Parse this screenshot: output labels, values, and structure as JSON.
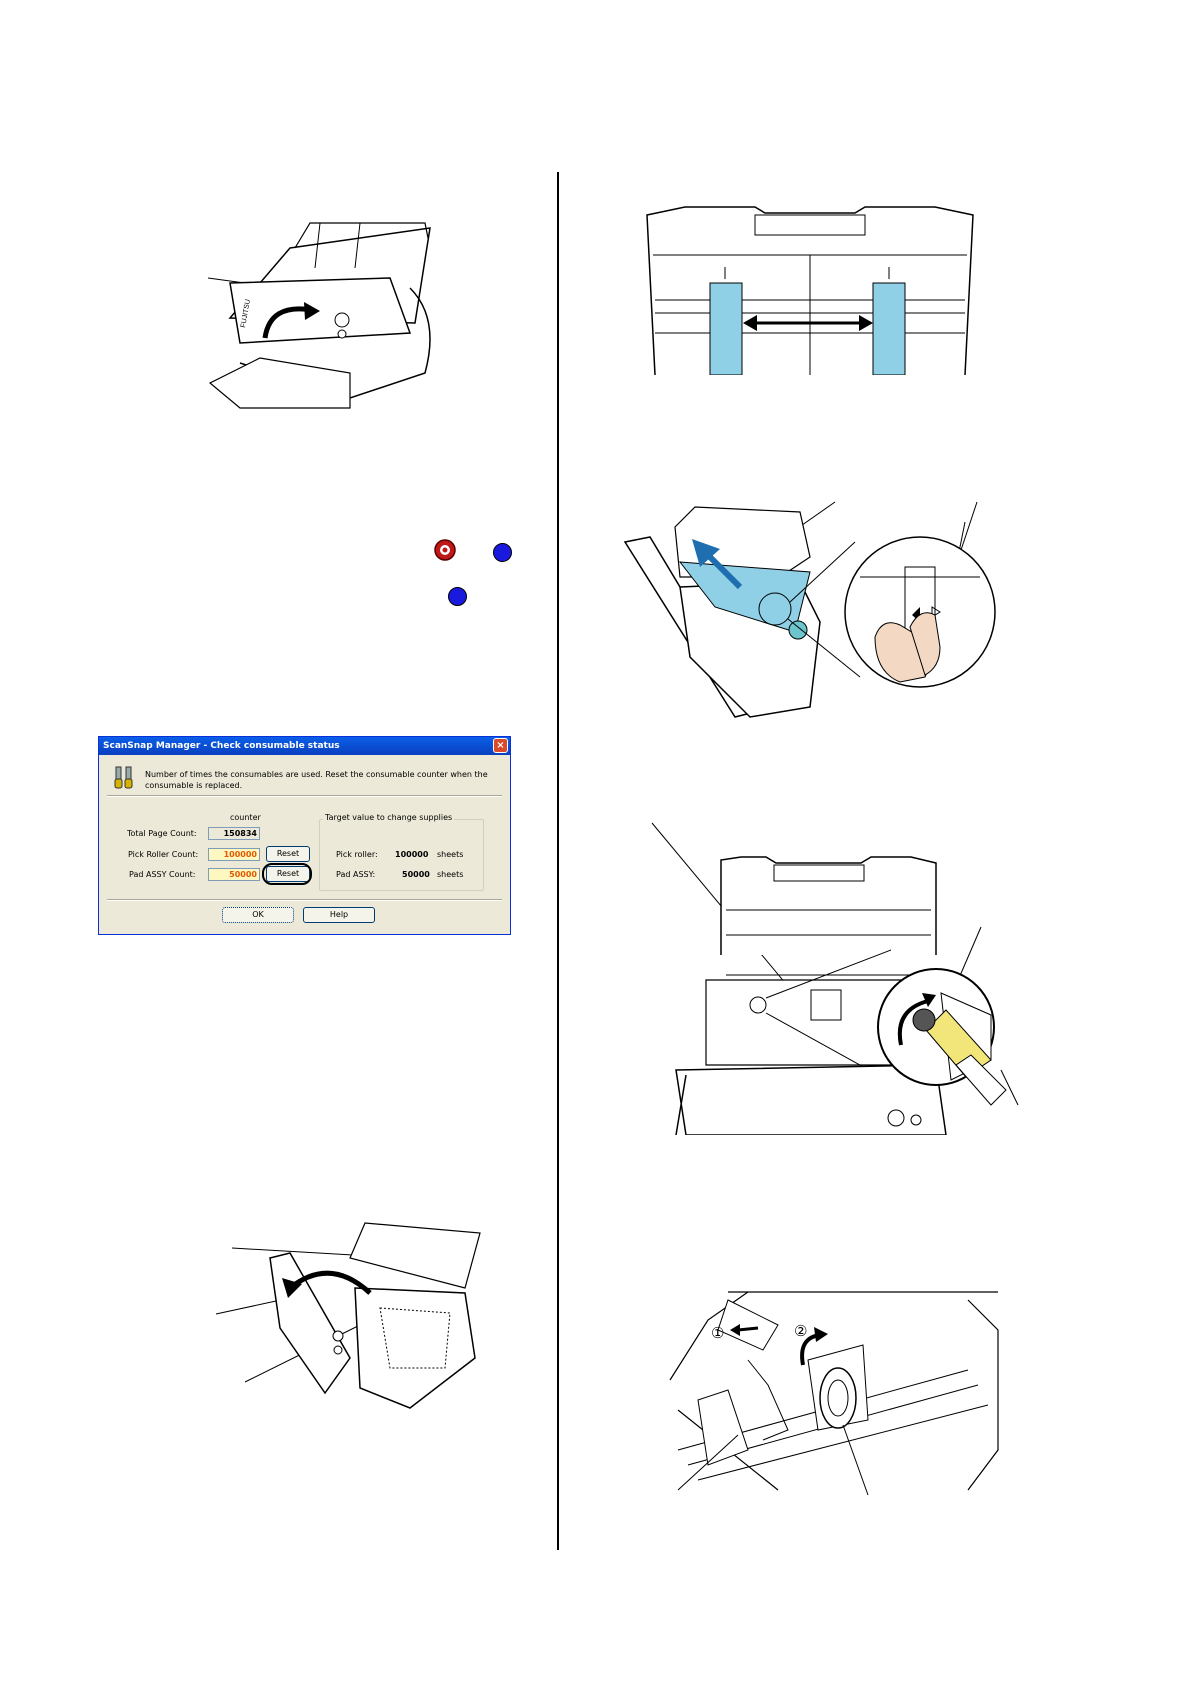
{
  "dialog": {
    "title": "ScanSnap Manager - Check consumable status",
    "close_glyph": "×",
    "message": "Number of times the consumables are used. Reset the consumable counter when the consumable is replaced.",
    "counter_header": "counter",
    "total_page_label": "Total Page Count:",
    "total_page_value": "150834",
    "pick_roller_label": "Pick Roller Count:",
    "pick_roller_value": "100000",
    "pad_assy_label": "Pad ASSY Count:",
    "pad_assy_value": "50000",
    "reset_label": "Reset",
    "target_group_title": "Target value to change supplies",
    "target_pick_roller_label": "Pick roller:",
    "target_pick_roller_value": "100000",
    "target_pad_assy_label": "Pad ASSY:",
    "target_pad_assy_value": "50000",
    "unit_label": "sheets",
    "ok_label": "OK",
    "help_label": "Help"
  },
  "figures": {
    "callout_1": "①",
    "callout_2": "②"
  },
  "colors": {
    "guide_blue": "#8fd0e6",
    "bullet_blue": "#1a1adf",
    "bullet_red": "#c01818",
    "roller_yellow": "#f2e67a",
    "xp_title_blue": "#0b52d9"
  }
}
